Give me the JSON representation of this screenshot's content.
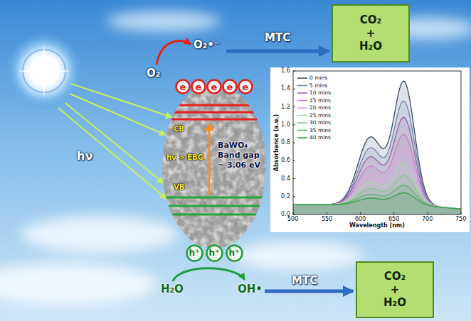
{
  "diagram": {
    "nodes": [
      {
        "text": [
          "CO₂ + H₂O"
        ]
      },
      {
        "text": [
          "e"
        ]
      },
      {
        "text": [
          "e"
        ]
      },
      {
        "text": [
          "e"
        ]
      },
      {
        "text": [
          "e"
        ]
      },
      {
        "text": [
          "e"
        ]
      },
      {
        "text": [
          "CB",
          "hν > EBG",
          "BaWO₄ Band gap ~ 3.06 eV",
          "VB"
        ]
      },
      {
        "text": [
          "h⁺"
        ]
      },
      {
        "text": [
          "h⁺"
        ]
      },
      {
        "text": [
          "h⁺"
        ]
      },
      {
        "text": [
          "CO₂ + H₂O"
        ]
      }
    ],
    "labels": [
      "hν",
      "O₂",
      "O₂•⁻",
      "MTC",
      "1.6",
      "1.4",
      "1.2",
      "1.0",
      "0.8",
      "0.6",
      "0.4",
      "0.2",
      "0.0",
      "500",
      "550",
      "600",
      "650",
      "700",
      "750",
      "Absorbance (a.u.)",
      "Wavelength (nm)",
      "H₂O",
      "OH•",
      "MTC"
    ],
    "legend": [
      {
        "text": "0 mins"
      },
      {
        "text": "5 mins"
      },
      {
        "text": "10 mins"
      },
      {
        "text": "15 mins"
      },
      {
        "text": "20 mins"
      },
      {
        "text": "25 mins"
      },
      {
        "text": "30 mins"
      },
      {
        "text": "35 mins"
      },
      {
        "text": "40 mins"
      }
    ]
  }
}
